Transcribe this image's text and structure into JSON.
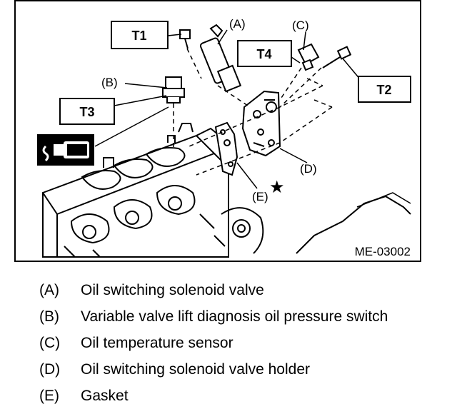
{
  "figure": {
    "id": "ME-03002",
    "callouts": {
      "A": "(A)",
      "B": "(B)",
      "C": "(C)",
      "D": "(D)",
      "E": "(E)"
    },
    "torque_labels": {
      "T1": "T1",
      "T2": "T2",
      "T3": "T3",
      "T4": "T4"
    },
    "star_symbol": "★",
    "icons": [
      "sealant-tube-icon",
      "star-symbol"
    ]
  },
  "legend": [
    {
      "key": "(A)",
      "text": "Oil switching solenoid valve"
    },
    {
      "key": "(B)",
      "text": "Variable valve lift diagnosis oil pressure switch"
    },
    {
      "key": "(C)",
      "text": "Oil temperature sensor"
    },
    {
      "key": "(D)",
      "text": "Oil switching solenoid valve holder"
    },
    {
      "key": "(E)",
      "text": "Gasket"
    }
  ]
}
